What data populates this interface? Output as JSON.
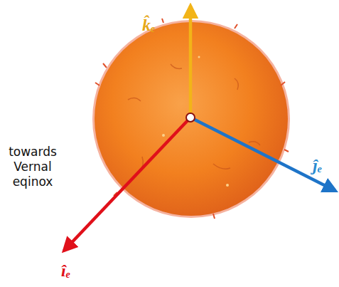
{
  "diagram": {
    "labels": [
      "towards Vernal eqinox",
      "k̂ₑ",
      "ĵₑ",
      "îₑ"
    ]
  }
}
